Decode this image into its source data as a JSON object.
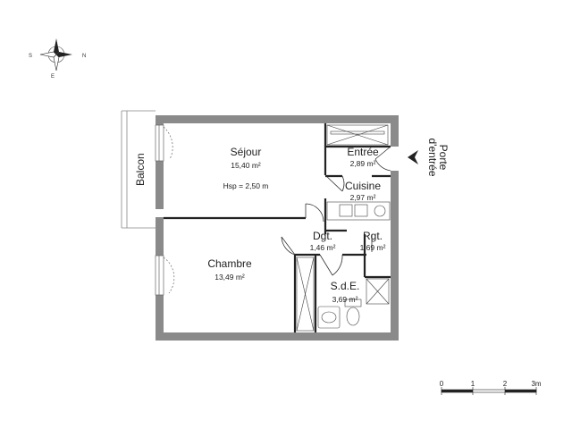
{
  "compass": {
    "north": "N",
    "south": "S",
    "east": "E"
  },
  "rooms": {
    "sejour": {
      "name": "Séjour",
      "area": "15,40 m²",
      "height": "Hsp = 2,50 m"
    },
    "entree": {
      "name": "Entrée",
      "area": "2,89 m²"
    },
    "cuisine": {
      "name": "Cuisine",
      "area": "2,97 m²"
    },
    "dgt": {
      "name": "Dgt.",
      "area": "1,46 m²"
    },
    "rgt": {
      "name": "Rgt.",
      "area": "1,69 m²"
    },
    "chambre": {
      "name": "Chambre",
      "area": "13,49 m²"
    },
    "sde": {
      "name": "S.d.E.",
      "area": "3,69 m²"
    }
  },
  "balcon": "Balcon",
  "entrance": {
    "line1": "Porte",
    "line2": "d'entrée"
  },
  "scale": {
    "ticks": [
      "0",
      "1",
      "2",
      "3m"
    ]
  }
}
